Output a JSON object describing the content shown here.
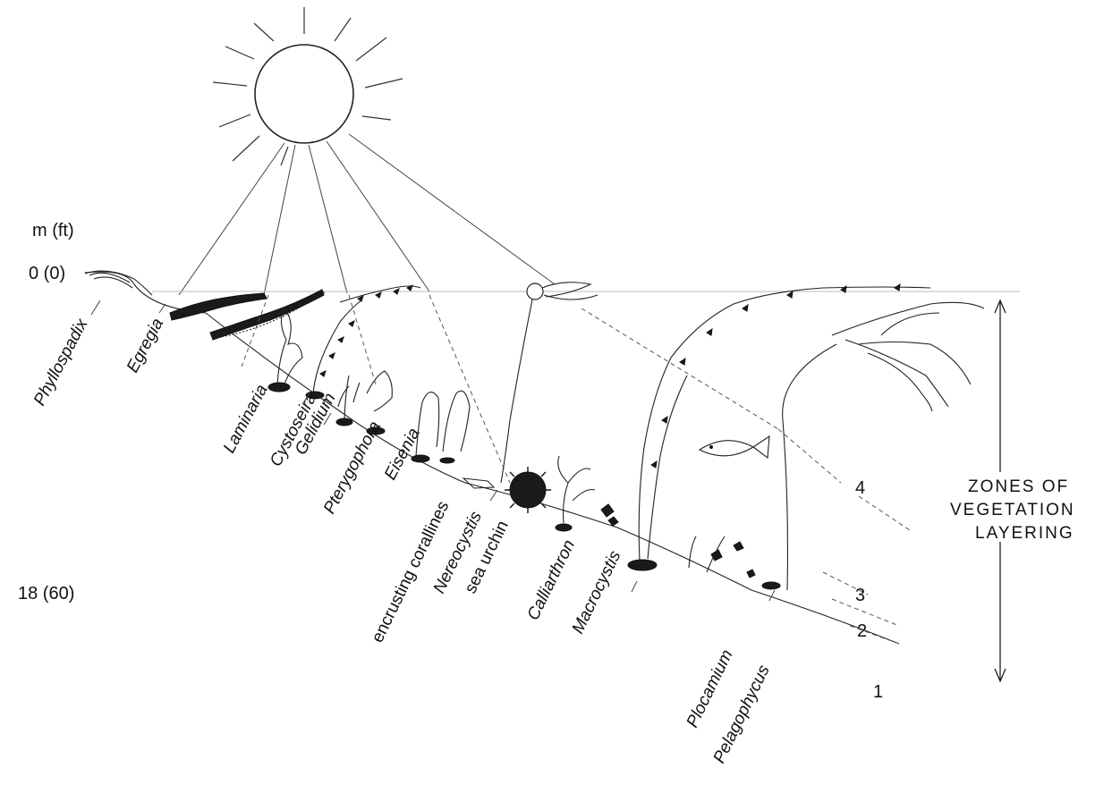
{
  "depth_scale": {
    "unit": "m (ft)",
    "top": "0 (0)",
    "bottom": "18 (60)"
  },
  "species": [
    {
      "id": "phyllospadix",
      "label": "Phyllospadix"
    },
    {
      "id": "egregia",
      "label": "Egregia"
    },
    {
      "id": "laminaria",
      "label": "Laminaria"
    },
    {
      "id": "cystoseira",
      "label": "Cystoseira"
    },
    {
      "id": "gelidium",
      "label": "Gelidium"
    },
    {
      "id": "pterygophora",
      "label": "Pterygophora"
    },
    {
      "id": "eisenia",
      "label": "Eisenia"
    },
    {
      "id": "encrusting",
      "label": "encrusting corallines"
    },
    {
      "id": "nereocystis",
      "label": "Nereocystis"
    },
    {
      "id": "urchin",
      "label": "sea urchin"
    },
    {
      "id": "calliarthron",
      "label": "Calliarthron"
    },
    {
      "id": "macrocystis",
      "label": "Macrocystis"
    },
    {
      "id": "plocamium",
      "label": "Plocamium"
    },
    {
      "id": "pelagophycus",
      "label": "Pelagophycus"
    }
  ],
  "zones": {
    "title_line1": "ZONES OF",
    "title_line2": "VEGETATION",
    "title_line3": "LAYERING",
    "numbers": [
      "4",
      "3",
      "2",
      "1"
    ]
  }
}
